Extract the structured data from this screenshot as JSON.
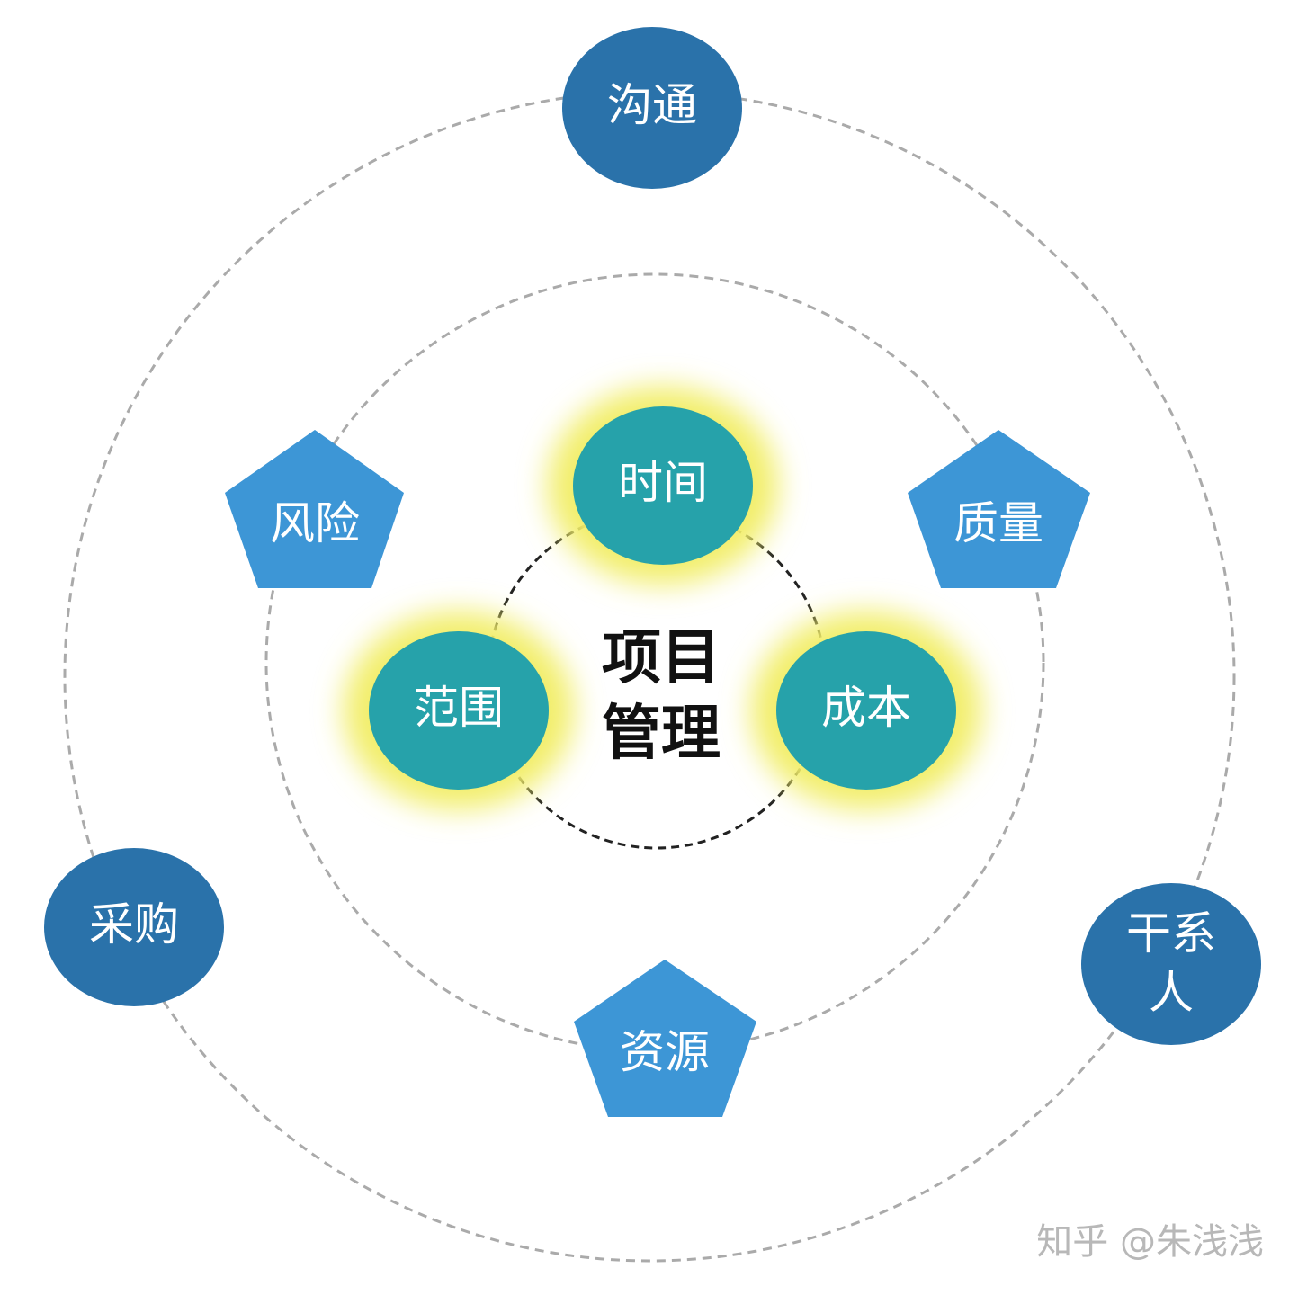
{
  "center": {
    "line1": "项目",
    "line2": "管理"
  },
  "core_nodes": [
    {
      "id": "time",
      "label": "时间"
    },
    {
      "id": "scope",
      "label": "范围"
    },
    {
      "id": "cost",
      "label": "成本"
    }
  ],
  "middle_nodes": [
    {
      "id": "risk",
      "label": "风险"
    },
    {
      "id": "quality",
      "label": "质量"
    },
    {
      "id": "resources",
      "label": "资源"
    }
  ],
  "outer_nodes": [
    {
      "id": "communication",
      "label": "沟通"
    },
    {
      "id": "procurement",
      "label": "采购"
    },
    {
      "id": "stakeholders",
      "label_line1": "干系",
      "label_line2": "人"
    }
  ],
  "watermark": "知乎 @朱浅浅",
  "colors": {
    "core_fill": "#26a2aa",
    "core_glow": "#f2ee6a",
    "middle_fill": "#3d96d6",
    "outer_fill": "#2a72aa",
    "ring_dash": "#aaaaaa",
    "inner_ring_dash": "#222222"
  }
}
